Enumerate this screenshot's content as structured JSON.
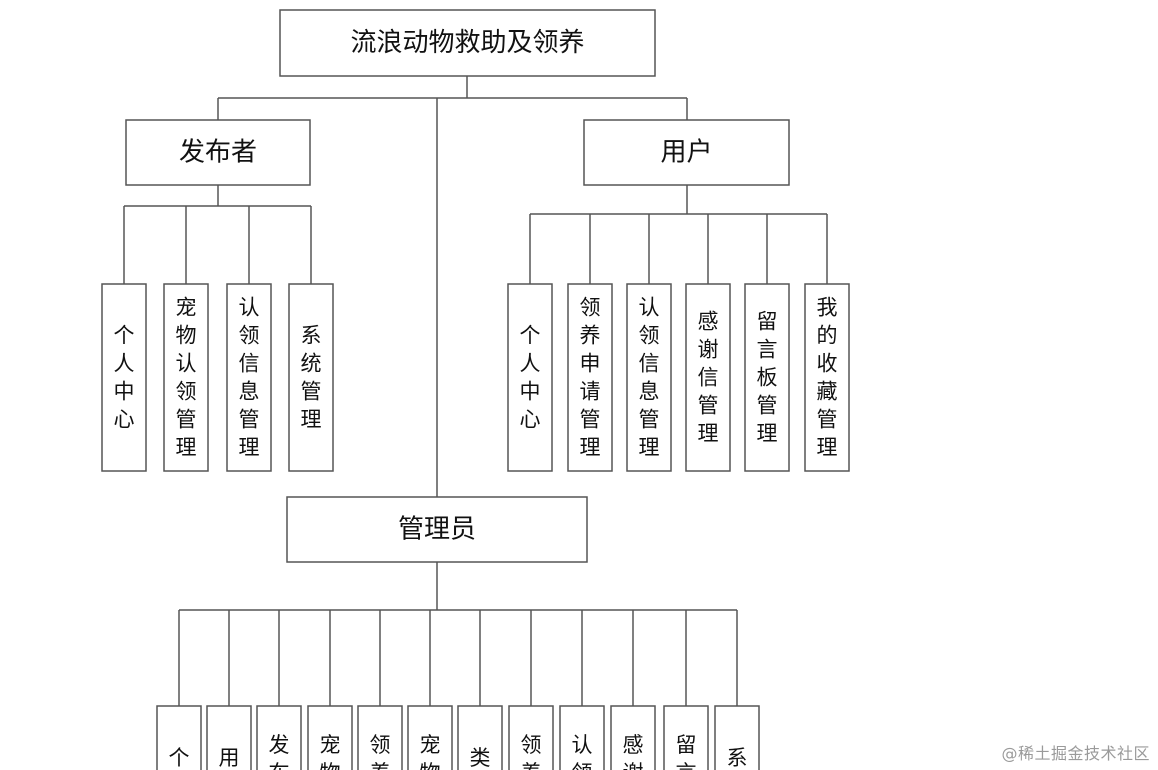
{
  "root": {
    "label": "流浪动物救助及领养"
  },
  "publisher": {
    "label": "发布者",
    "modules": [
      "个人中心",
      "宠物认领管理",
      "认领信息管理",
      "系统管理"
    ]
  },
  "user": {
    "label": "用户",
    "modules": [
      "个人中心",
      "领养申请管理",
      "认领信息管理",
      "感谢信管理",
      "留言板管理",
      "我的收藏管理"
    ]
  },
  "admin": {
    "label": "管理员",
    "modules": [
      "个",
      "用",
      "发布",
      "宠物",
      "领养",
      "宠物",
      "类",
      "领养",
      "认领",
      "感谢",
      "留言",
      "系"
    ]
  },
  "watermark": "@稀土掘金技术社区"
}
